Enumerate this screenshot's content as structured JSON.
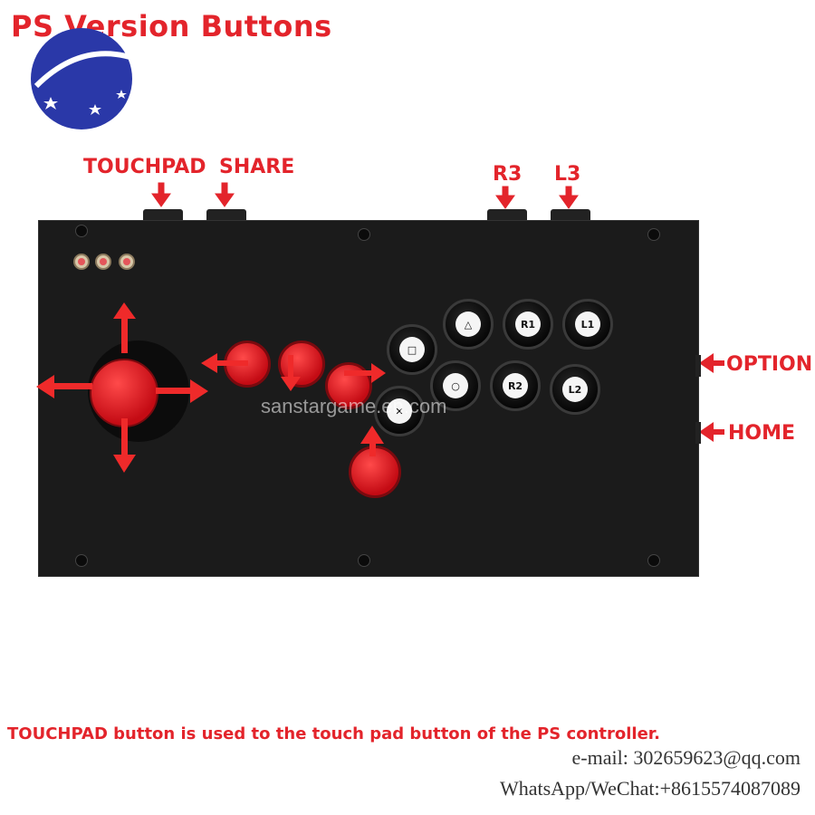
{
  "title": "PS Version Buttons",
  "labels": {
    "touchpad": "TOUCHPAD",
    "share": "SHARE",
    "r3": "R3",
    "l3": "L3",
    "option": "OPTION",
    "home": "HOME"
  },
  "face_buttons": {
    "square": "□",
    "triangle": "△",
    "r1": "R1",
    "l1": "L1",
    "circle": "○",
    "r2": "R2",
    "l2": "L2",
    "cross": "✕"
  },
  "watermark": "sanstargame.en.com",
  "note": "TOUCHPAD button is used to the touch pad button of the PS controller.",
  "contact": {
    "email": "e-mail: 302659623@qq.com",
    "whatsapp": "WhatsApp/WeChat:+8615574087089"
  },
  "colors": {
    "accent": "#e3242b",
    "board": "#1b1b1b",
    "button_red": "#d9121c"
  }
}
